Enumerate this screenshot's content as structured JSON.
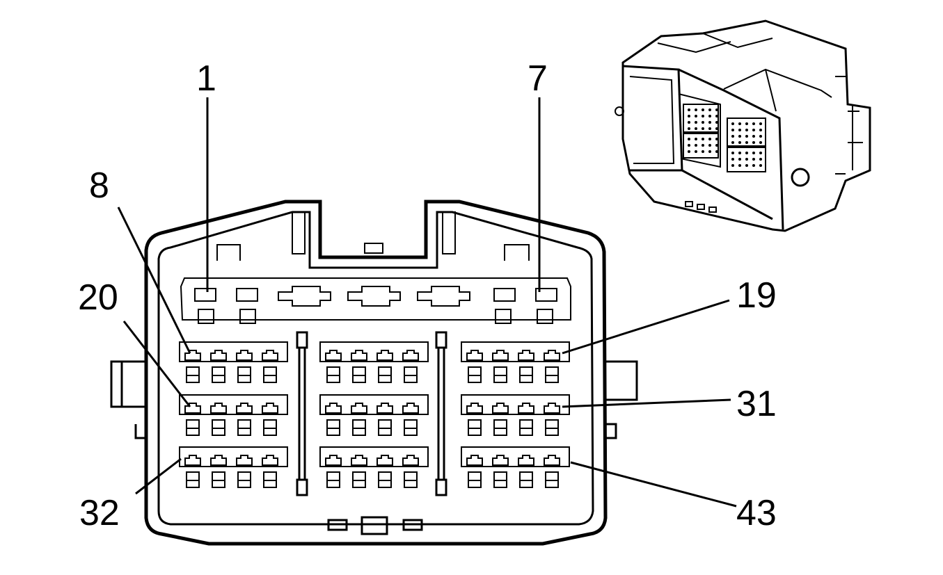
{
  "pin_labels": {
    "p1": "1",
    "p7": "7",
    "p8": "8",
    "p19": "19",
    "p20": "20",
    "p31": "31",
    "p32": "32",
    "p43": "43"
  },
  "colors": {
    "line": "#000000",
    "background": "#ffffff"
  }
}
